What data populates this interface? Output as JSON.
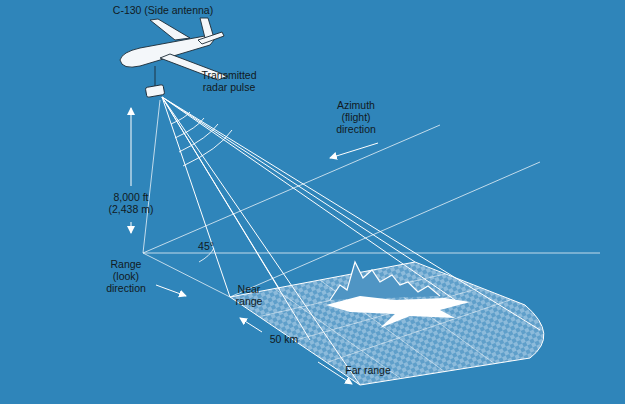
{
  "diagram": {
    "labels": [
      "C-130 (Side antenna)",
      "Transmitted radar pulse",
      "Azimuth (flight) direction",
      "8,000 ft (2,438 m)",
      "Range (look) direction",
      "45°",
      "Near range",
      "50 km",
      "Far range"
    ]
  }
}
